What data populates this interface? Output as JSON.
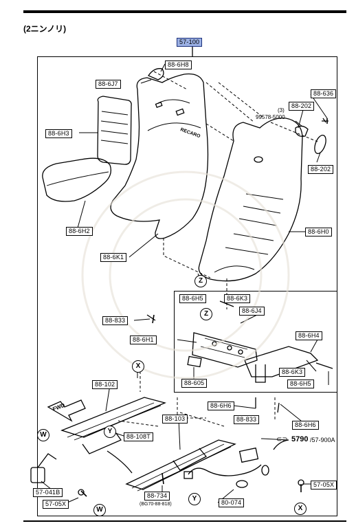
{
  "header": {
    "title": "(2ニンノリ)"
  },
  "assembly": {
    "top_label": "57-100"
  },
  "parts": {
    "p_6h8": "88-6H8",
    "p_6j7": "88-6J7",
    "p_636": "88-636",
    "p_202a": "88-202",
    "qty": "(3)",
    "p_99578": "99578-5000",
    "p_202b": "88-202",
    "p_6h3": "88-6H3",
    "p_6h2": "88-6H2",
    "p_6h0": "88-6H0",
    "p_6k1": "88-6K1",
    "p_6h5a": "88-6H5",
    "p_6k3a": "88-6K3",
    "p_6j4": "88-6J4",
    "p_833a": "88-833",
    "p_6h1": "88-6H1",
    "p_6h4": "88-6H4",
    "p_605": "88-605",
    "p_6k3b": "88-6K3",
    "p_6h5b": "88-6H5",
    "p_6h6a": "88-6H6",
    "p_833b": "88-833",
    "p_6h6b": "88-6H6",
    "p_102": "88-102",
    "p_103": "88-103",
    "p_108": "88-108T",
    "p_5790": "5790",
    "p_900a": "/57-900A",
    "p_041": "57-041B",
    "p_05x_l": "57-05X",
    "p_734": "88-734",
    "p_734_sub": "(BG70-88-818)",
    "p_074": "80-074",
    "p_05x_r": "57-05X"
  },
  "markers": {
    "z1": "Z",
    "z2": "Z",
    "x1": "X",
    "x2": "X",
    "y1": "Y",
    "y2": "Y",
    "w1": "W",
    "w2": "W"
  },
  "misc": {
    "fwd": "FWD",
    "brand": "RECARO"
  }
}
